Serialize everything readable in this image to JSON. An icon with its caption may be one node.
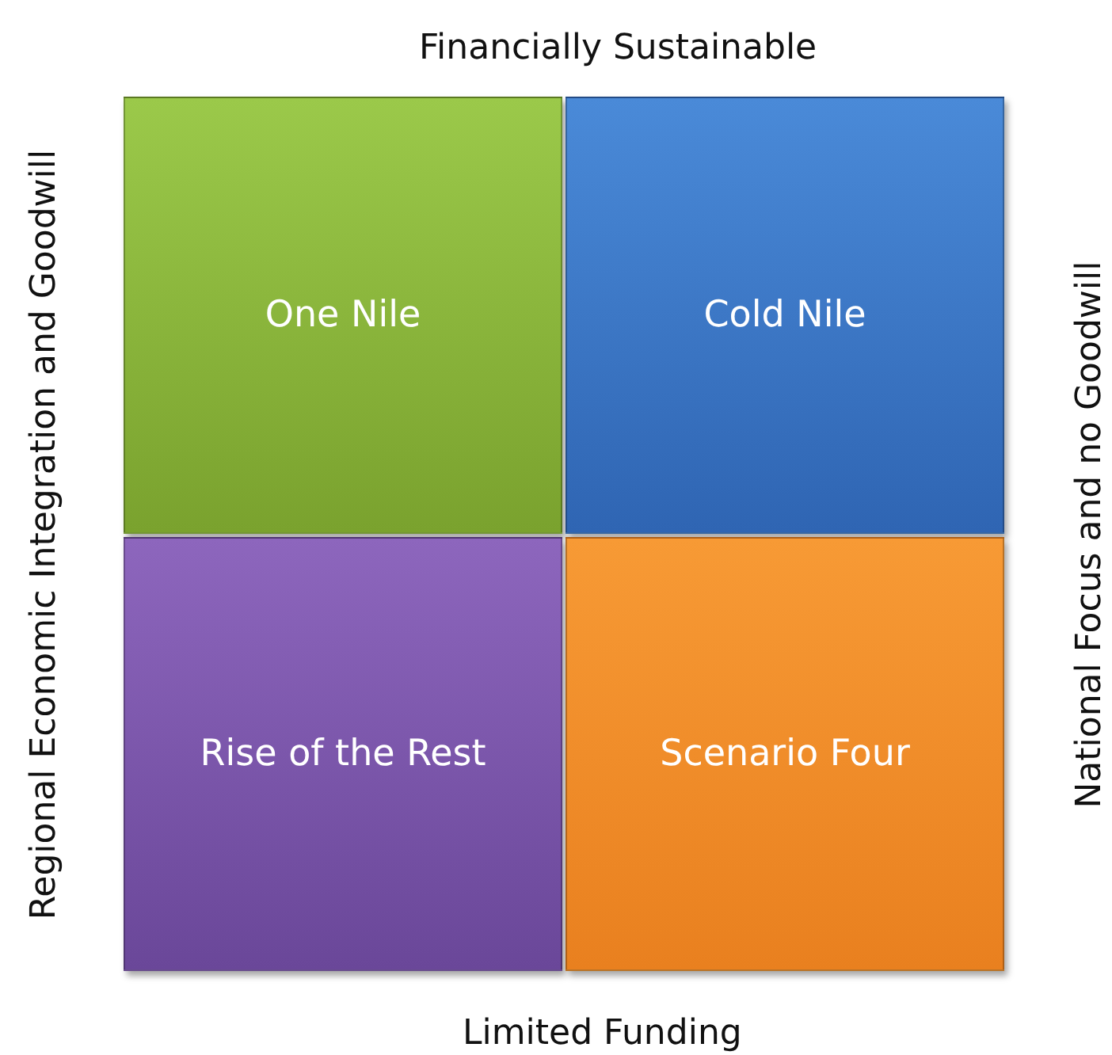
{
  "diagram": {
    "nodes": [
      {
        "text": [
          "One Nile"
        ]
      },
      {
        "text": [
          "Cold Nile"
        ]
      },
      {
        "text": [
          "Rise of the Rest"
        ]
      },
      {
        "text": [
          "Scenario Four"
        ]
      }
    ],
    "labels": [
      "Financially Sustainable",
      "Regional Economic Integration and Goodwill",
      "National Focus and no Goodwill",
      "Limited Funding"
    ]
  }
}
